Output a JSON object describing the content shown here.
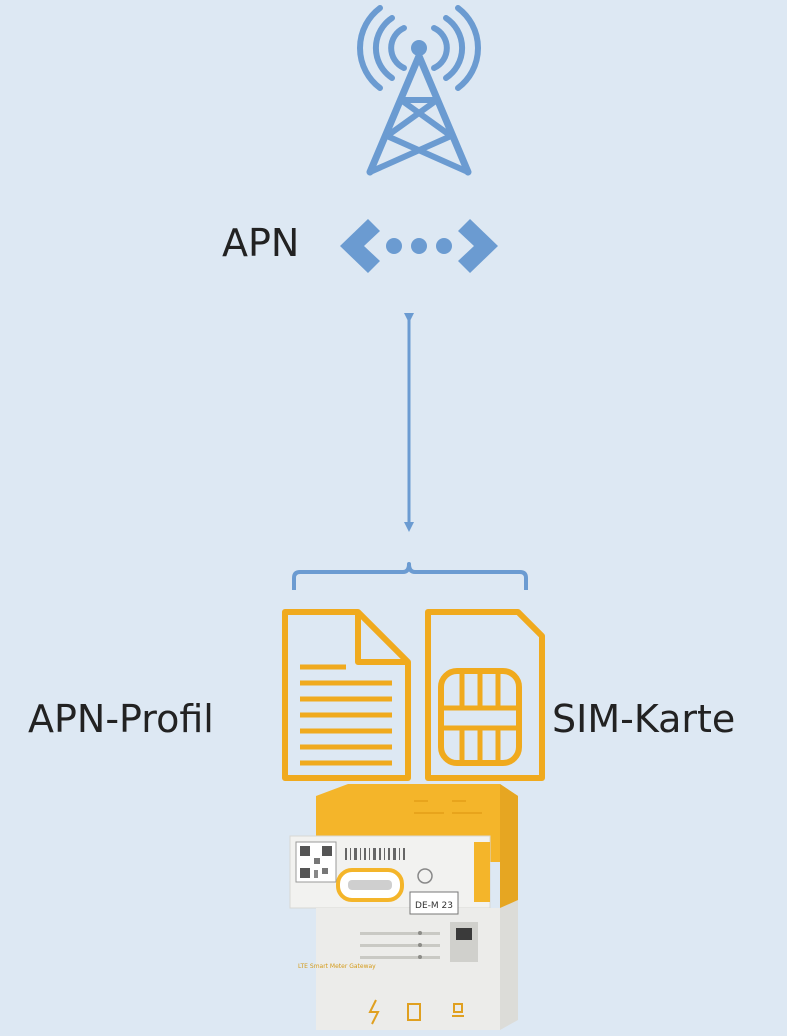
{
  "labels": {
    "apn": "APN",
    "apn_profile": "APN-Profil",
    "sim_card": "SIM-Karte"
  },
  "icons": {
    "tower": "cell-tower-icon",
    "network": "apn-network-icon",
    "document": "document-icon",
    "sim": "sim-card-icon",
    "device": "smart-meter-gateway-device"
  },
  "device_text": {
    "brand_line": "LTE Smart Meter Gateway",
    "plate": "DE-M 23"
  },
  "colors": {
    "background": "#dde8f3",
    "blue": "#6b9bd1",
    "orange": "#f0aa1e",
    "device_yellow": "#f4b52a",
    "device_body": "#ececea"
  }
}
